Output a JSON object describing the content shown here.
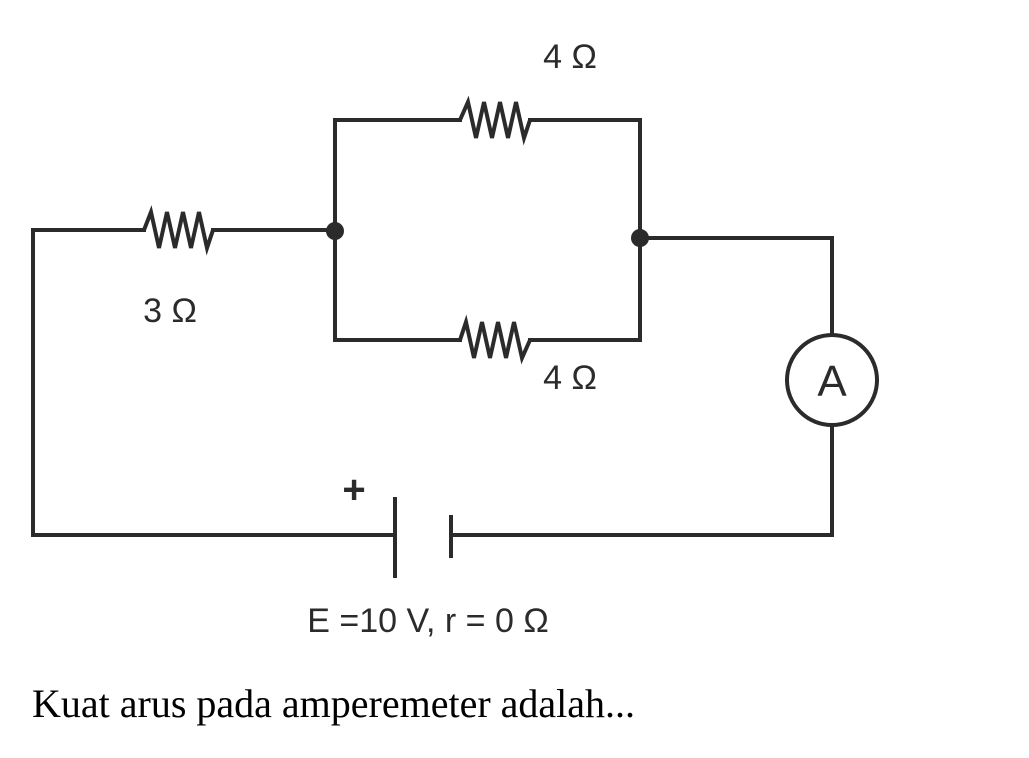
{
  "diagram": {
    "resistor_top_label": "4 Ω",
    "resistor_bottom_label": "4 Ω",
    "resistor_series_label": "3 Ω",
    "ammeter_label": "A",
    "battery_plus_label": "+",
    "battery_label": "E =10 V, r = 0 Ω"
  },
  "question": "Kuat arus pada amperemeter adalah..."
}
